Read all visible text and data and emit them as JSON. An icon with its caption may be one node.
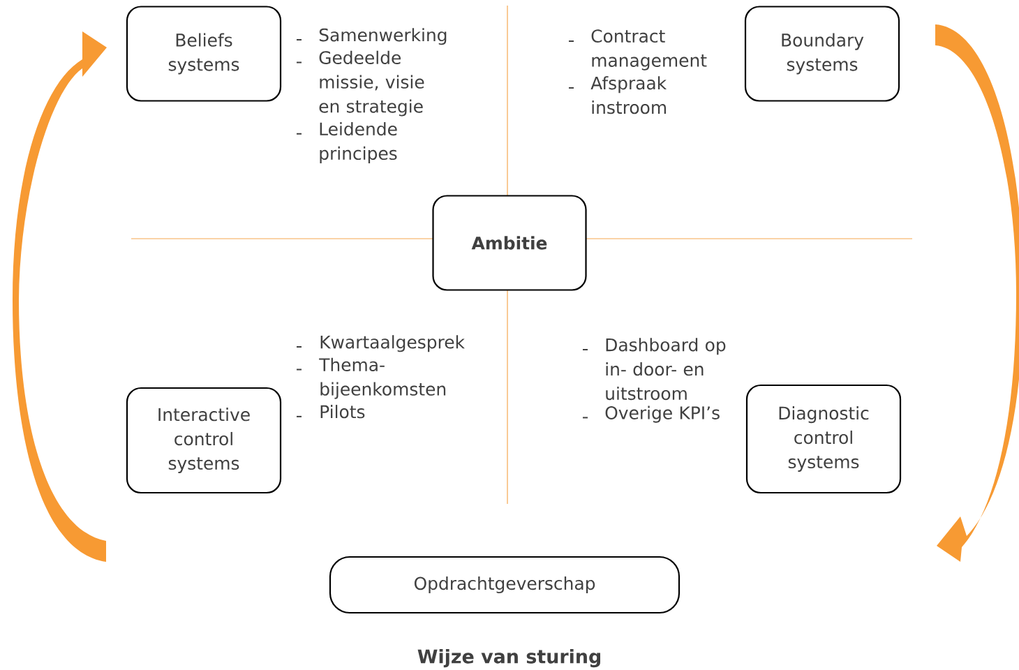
{
  "diagram": {
    "caption": "Wijze van sturing",
    "nodes": [
      {
        "text": [
          "Beliefs systems"
        ]
      },
      {
        "text": [
          "Boundary systems"
        ]
      },
      {
        "text": [
          "Ambitie"
        ]
      },
      {
        "text": [
          "Interactive control systems"
        ]
      },
      {
        "text": [
          "Diagnostic control systems"
        ]
      },
      {
        "text": [
          "Opdrachtgeverschap"
        ]
      }
    ],
    "labels": [
      "Samenwerking",
      "Gedeelde missie, visie en strategie",
      "Leidende principes",
      "Contract management",
      "Afspraak instroom",
      "Kwartaalgesprek",
      "Thema- bijeenkomsten",
      "Pilots",
      "Dashboard op in- door- en uitstroom",
      "Overige KPI’s"
    ]
  }
}
